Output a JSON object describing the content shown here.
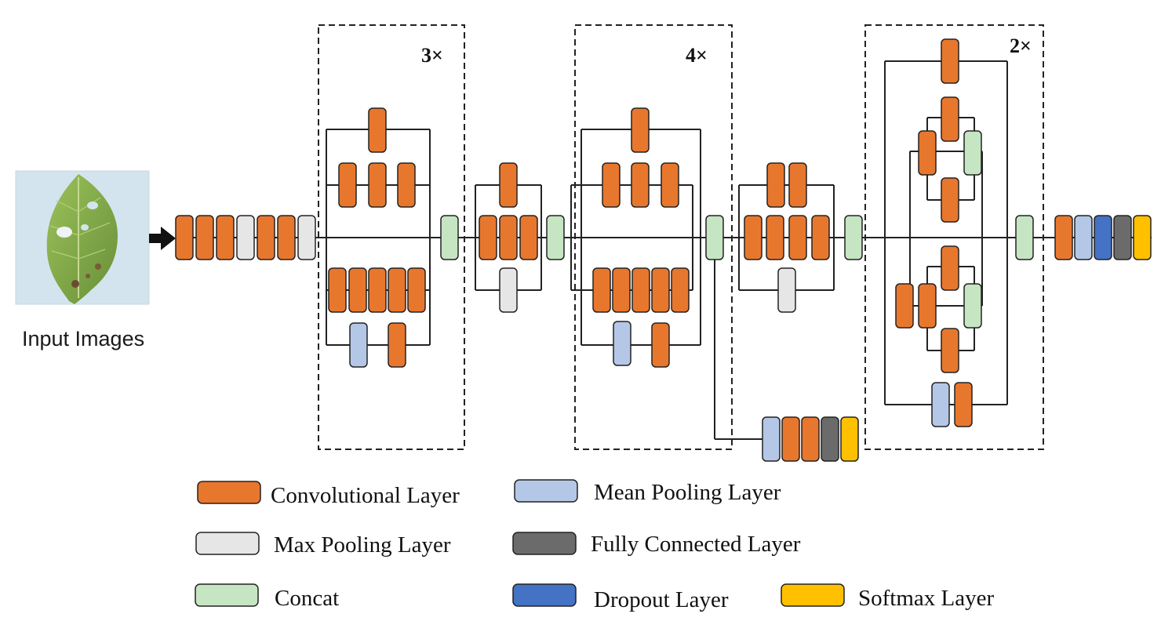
{
  "input": {
    "label": "Input Images"
  },
  "block_multipliers": [
    "3×",
    "4×",
    "2×"
  ],
  "colors": {
    "conv": "#E8772E",
    "maxpool": "#E6E6E6",
    "concat": "#C6E5C3",
    "meanpool": "#B4C7E7",
    "fc": "#6B6B6B",
    "dropout": "#4472C4",
    "softmax": "#FFC000",
    "stroke": "#222222"
  },
  "legend": [
    {
      "key": "conv",
      "label": "Convolutional Layer"
    },
    {
      "key": "meanpool",
      "label": "Mean Pooling Layer"
    },
    {
      "key": "maxpool",
      "label": "Max Pooling Layer"
    },
    {
      "key": "fc",
      "label": "Fully Connected Layer"
    },
    {
      "key": "concat",
      "label": "Concat"
    },
    {
      "key": "dropout",
      "label": "Dropout Layer"
    },
    {
      "key": "softmax",
      "label": "Softmax Layer"
    }
  ]
}
